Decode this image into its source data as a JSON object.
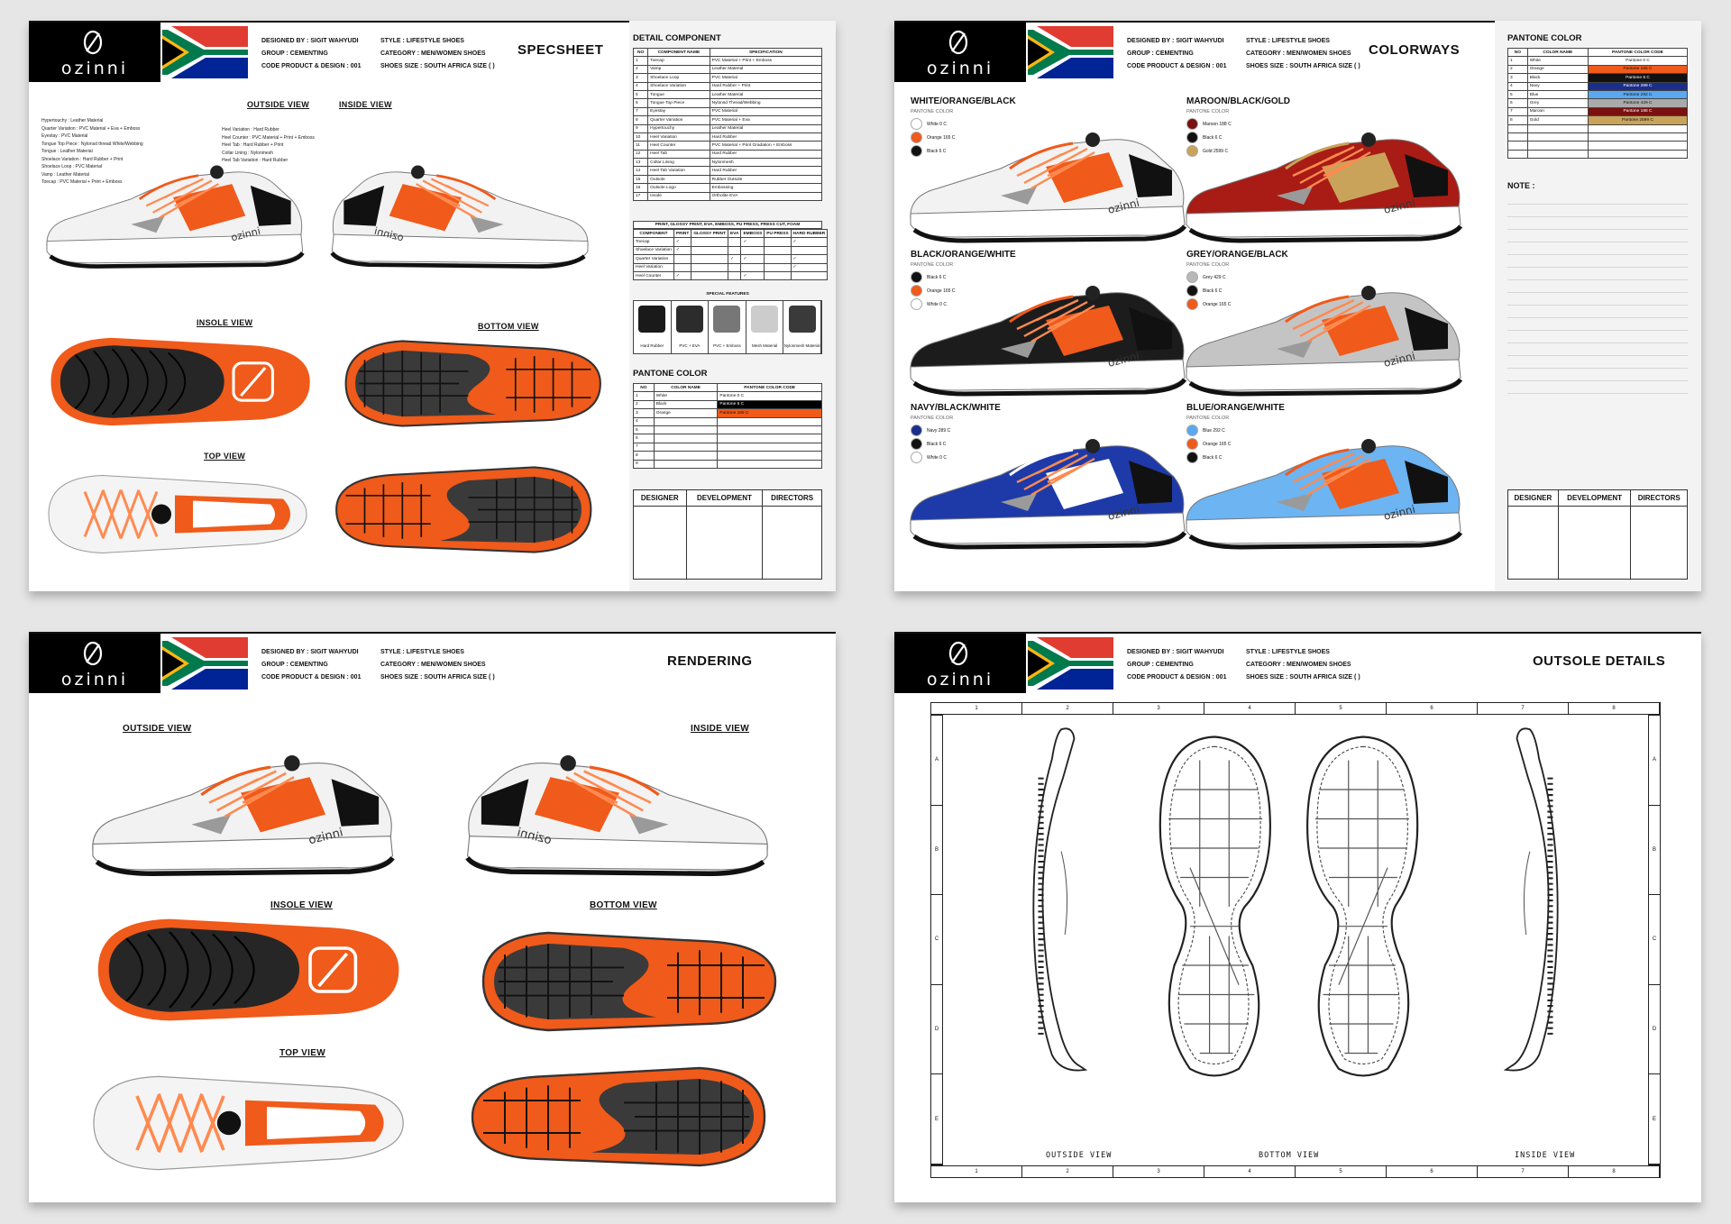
{
  "brand": {
    "name": "ozinni",
    "colors": {
      "orange": "#f05a1a",
      "black": "#111111",
      "white": "#ffffff"
    }
  },
  "header": {
    "designed_by": "DESIGNED BY : SIGIT WAHYUDI",
    "group": "GROUP : CEMENTING",
    "code": "CODE PRODUCT & DESIGN : 001",
    "style": "STYLE : LIFESTYLE SHOES",
    "category": "CATEGORY : MEN/WOMEN SHOES",
    "size": "SHOES SIZE : SOUTH AFRICA SIZE (   )"
  },
  "sheets": {
    "specsheet": {
      "title": "SPECSHEET",
      "views": {
        "outside": "OUTSIDE VIEW",
        "inside": "INSIDE VIEW",
        "insole": "INSOLE VIEW",
        "bottom": "BOTTOM VIEW",
        "top": "TOP VIEW"
      },
      "callouts": [
        "Hypertouchy : Leather Material",
        "Quarter Variation : PVC Material + Eva + Emboss",
        "Eyestay : PVC Material",
        "Tongue Top Piece : Nylonsd thread White/Webbing",
        "Tongue : Leather Material",
        "Shoelace Variation : Hard Rubber + Print",
        "Shoelace Loop : PVC Material",
        "Vamp : Leather Material",
        "Toecap : PVC Material + Print + Emboss",
        "Heel Variation : Hard Rubber",
        "Heel Counter : PVC Material + Print + Emboss",
        "Heel Tab : Hard Rubber + Print",
        "Collar Lining : Nylonmesh",
        "Heel Tab Variation : Hard Rubber"
      ],
      "detail_title": "DETAIL COMPONENT",
      "detail_headers": [
        "NO",
        "COMPONENT NAME",
        "SPECIFICATION"
      ],
      "detail_rows": [
        [
          "1",
          "Toecap",
          "PVC Material + Print + Emboss"
        ],
        [
          "2",
          "Vamp",
          "Leather Material"
        ],
        [
          "3",
          "Shoelace Loop",
          "PVC Material"
        ],
        [
          "4",
          "Shoelace Variation",
          "Hard Rubber + Print"
        ],
        [
          "5",
          "Tongue",
          "Leather Material"
        ],
        [
          "6",
          "Tongue Top Piece",
          "Nylonsd Thread/Webbing"
        ],
        [
          "7",
          "Eyestay",
          "PVC Material"
        ],
        [
          "8",
          "Quarter Variation",
          "PVC Material + Eva"
        ],
        [
          "9",
          "Hypertouchy",
          "Leather Material"
        ],
        [
          "10",
          "Heel Variation",
          "Hard Rubber"
        ],
        [
          "11",
          "Heel Counter",
          "PVC Material + Print Gradation + Emboss"
        ],
        [
          "12",
          "Heel Tab",
          "Hard Rubber"
        ],
        [
          "13",
          "Collar Lining",
          "Nylonmesh"
        ],
        [
          "14",
          "Heel Tab Variation",
          "Hard Rubber"
        ],
        [
          "15",
          "Outsole",
          "Rubber Outsole"
        ],
        [
          "16",
          "Outsole Logo",
          "Embossing"
        ],
        [
          "17",
          "Insole",
          "Ortholite EVA"
        ]
      ],
      "process_title": "PRINT, GLOSSY PRINT, EVA, EMBOSS, PU PRESS, PRESS CUT, FOAM",
      "process_headers": [
        "COMPONENT",
        "PRINT",
        "GLOSSY PRINT",
        "EVA",
        "EMBOSS",
        "PU PRESS",
        "HARD RUBBER"
      ],
      "process_rows": [
        [
          "Toecap",
          "✓",
          "",
          "",
          "✓",
          "",
          "✓"
        ],
        [
          "Shoelace Variation",
          "✓",
          "",
          "",
          "",
          "",
          ""
        ],
        [
          "Quarter Variation",
          "",
          "",
          "✓",
          "✓",
          "",
          "✓"
        ],
        [
          "Heel Variation",
          "",
          "",
          "",
          "",
          "",
          "✓"
        ],
        [
          "Heel Counter",
          "✓",
          "",
          "",
          "✓",
          "",
          ""
        ]
      ],
      "special_title": "SPECIAL FEATURES",
      "special": [
        "Hard Rubber",
        "PVC + EVA",
        "PVC + Emboss",
        "Mesh Material",
        "Nylonmesh Material"
      ],
      "pantone_title": "PANTONE COLOR",
      "pantone_headers": [
        "NO",
        "COLOR NAME",
        "PANTONE COLOR CODE"
      ],
      "pantone_rows": [
        [
          "1",
          "White",
          "Pantone 0 C"
        ],
        [
          "2",
          "Black",
          "Pantone 6 C"
        ],
        [
          "3",
          "Orange",
          "Pantone 165 C"
        ],
        [
          "4",
          "",
          ""
        ],
        [
          "5",
          "",
          ""
        ],
        [
          "6",
          "",
          ""
        ],
        [
          "7",
          "",
          ""
        ],
        [
          "8",
          "",
          ""
        ],
        [
          "9",
          "",
          ""
        ]
      ],
      "signatures": [
        "DESIGNER",
        "DEVELOPMENT",
        "DIRECTORS"
      ]
    },
    "colorways": {
      "title": "COLORWAYS",
      "pantone_label": "PANTONE COLOR",
      "items": [
        {
          "name": "WHITE/ORANGE/BLACK",
          "swatches": [
            [
              "#ffffff",
              "White 0 C"
            ],
            [
              "#f05a1a",
              "Orange 165 C"
            ],
            [
              "#111111",
              "Black 6 C"
            ]
          ],
          "upper": "#f2f2f2",
          "accent": "#f05a1a",
          "sole": "#ffffff"
        },
        {
          "name": "MAROON/BLACK/GOLD",
          "swatches": [
            [
              "#7a1010",
              "Maroon 188 C"
            ],
            [
              "#111111",
              "Black 6 C"
            ],
            [
              "#c9a35a",
              "Gold 2599 C"
            ]
          ],
          "upper": "#a81c15",
          "accent": "#c9a35a",
          "sole": "#ffffff"
        },
        {
          "name": "BLACK/ORANGE/WHITE",
          "swatches": [
            [
              "#111111",
              "Black 6 C"
            ],
            [
              "#f05a1a",
              "Orange 165 C"
            ],
            [
              "#ffffff",
              "White 0 C"
            ]
          ],
          "upper": "#1c1c1c",
          "accent": "#f05a1a",
          "sole": "#ffffff"
        },
        {
          "name": "GREY/ORANGE/BLACK",
          "swatches": [
            [
              "#b8b8b8",
              "Grey 429 C"
            ],
            [
              "#111111",
              "Black 6 C"
            ],
            [
              "#f05a1a",
              "Orange 165 C"
            ]
          ],
          "upper": "#c4c4c4",
          "accent": "#f05a1a",
          "sole": "#ffffff"
        },
        {
          "name": "NAVY/BLACK/WHITE",
          "swatches": [
            [
              "#1a2f8c",
              "Navy 289 C"
            ],
            [
              "#111111",
              "Black 6 C"
            ],
            [
              "#ffffff",
              "White 0 C"
            ]
          ],
          "upper": "#1d3aa8",
          "accent": "#ffffff",
          "sole": "#ffffff"
        },
        {
          "name": "BLUE/ORANGE/WHITE",
          "swatches": [
            [
              "#5aa8f0",
              "Blue 292 C"
            ],
            [
              "#f05a1a",
              "Orange 165 C"
            ],
            [
              "#111111",
              "Black 6 C"
            ]
          ],
          "upper": "#6cb4f2",
          "accent": "#f05a1a",
          "sole": "#ffffff"
        }
      ],
      "pantone_title": "PANTONE COLOR",
      "pantone_headers": [
        "NO",
        "COLOR NAME",
        "PANTONE COLOR CODE"
      ],
      "pantone_rows": [
        [
          "1",
          "White",
          "Pantone 0 C"
        ],
        [
          "2",
          "Orange",
          "Pantone 165 C"
        ],
        [
          "3",
          "Black",
          "Pantone 6 C"
        ],
        [
          "4",
          "Navy",
          "Pantone 289 C"
        ],
        [
          "5",
          "Blue",
          "Pantone 292 C"
        ],
        [
          "6",
          "Grey",
          "Pantone 429 C"
        ],
        [
          "7",
          "Maroon",
          "Pantone 188 C"
        ],
        [
          "8",
          "Gold",
          "Pantone 2599 C"
        ],
        [
          "",
          "",
          ""
        ],
        [
          "",
          "",
          ""
        ],
        [
          "",
          "",
          ""
        ],
        [
          "",
          "",
          ""
        ]
      ],
      "pantone_code_colors": [
        "#ffffff",
        "#f05a1a",
        "#111111",
        "#1a2f8c",
        "#5aa8f0",
        "#aaaaaa",
        "#7a1010",
        "#c9a35a"
      ],
      "note_label": "NOTE :",
      "signatures": [
        "DESIGNER",
        "DEVELOPMENT",
        "DIRECTORS"
      ]
    },
    "rendering": {
      "title": "RENDERING",
      "views": {
        "outside": "OUTSIDE VIEW",
        "inside": "INSIDE VIEW",
        "insole": "INSOLE VIEW",
        "bottom": "BOTTOM VIEW",
        "top": "TOP VIEW"
      }
    },
    "outsole": {
      "title": "OUTSOLE DETAILS",
      "cols": [
        "1",
        "2",
        "3",
        "4",
        "5",
        "6",
        "7",
        "8"
      ],
      "rows": [
        "A",
        "B",
        "C",
        "D",
        "E"
      ],
      "views": {
        "outside": "OUTSIDE VIEW",
        "bottom": "BOTTOM VIEW",
        "inside": "INSIDE VIEW"
      }
    }
  }
}
